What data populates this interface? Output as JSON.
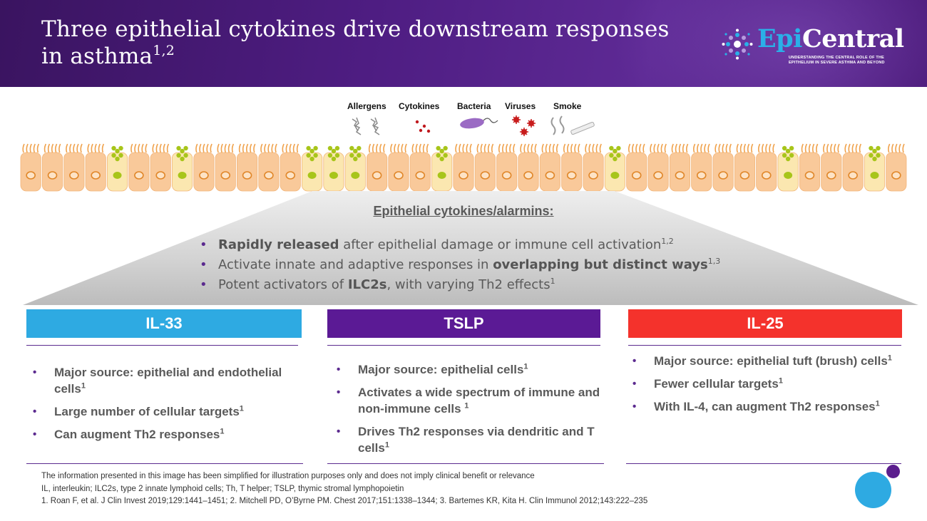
{
  "header": {
    "title_line1": "Three epithelial cytokines drive downstream responses",
    "title_line2": "in asthma",
    "title_sup": "1,2",
    "logo_epi": "Epi",
    "logo_central": "Central",
    "logo_tagline_1": "UNDERSTANDING THE CENTRAL ROLE OF THE",
    "logo_tagline_2": "EPITHELIUM IN SEVERE ASTHMA AND BEYOND"
  },
  "stimuli": {
    "allergens": "Allergens",
    "cytokines": "Cytokines",
    "bacteria": "Bacteria",
    "viruses": "Viruses",
    "smoke": "Smoke"
  },
  "alarmins": {
    "heading": "Epithelial cytokines/alarmins:",
    "bullets": [
      {
        "bold": "Rapidly released",
        "rest": " after epithelial damage or immune cell activation",
        "sup": "1,2"
      },
      {
        "pre": "Activate innate and adaptive responses in ",
        "bold": "overlapping but distinct ways",
        "sup": "1,3"
      },
      {
        "pre": "Potent activators of ",
        "bold": "ILC2s",
        "rest": ", with varying Th2 effects",
        "sup": "1"
      }
    ]
  },
  "columns": [
    {
      "title": "IL-33",
      "color": "#2eaae2",
      "items": [
        {
          "text": "Major source: epithelial and endothelial cells",
          "sup": "1"
        },
        {
          "text": "Large number of cellular targets",
          "sup": "1"
        },
        {
          "text": "Can augment Th2 responses",
          "sup": "1"
        }
      ]
    },
    {
      "title": "TSLP",
      "color": "#5b1a95",
      "items": [
        {
          "text": "Major source: epithelial cells",
          "sup": "1"
        },
        {
          "text": "Activates a wide spectrum of immune and non-immune cells ",
          "sup": "1"
        },
        {
          "text": "Drives Th2 responses via dendritic and T cells",
          "sup": "1"
        }
      ]
    },
    {
      "title": "IL-25",
      "color": "#f4322c",
      "items": [
        {
          "text": "Major source: epithelial tuft (brush) cells",
          "sup": "1"
        },
        {
          "text": "Fewer cellular targets",
          "sup": "1"
        },
        {
          "text": "With IL-4, can augment Th2 responses",
          "sup": "1"
        }
      ]
    }
  ],
  "footer": {
    "disclaimer": "The information presented in this image has been simplified for illustration purposes only and does not imply clinical benefit or relevance",
    "abbreviations": "IL, interleukin; ILC2s, type 2 innate lymphoid cells; Th, T helper; TSLP, thymic stromal lymphopoietin",
    "references": "1. Roan F, et al. J Clin Invest 2019;129:1441–1451; 2. Mitchell PD, O’Byrne PM. Chest 2017;151:1338–1344; 3. Bartemes KR, Kita H. Clin Immunol 2012;143:222–235"
  },
  "colors": {
    "header_purple": "#4e1d82",
    "accent_purple": "#5b2a8f",
    "il33_blue": "#2eaae2",
    "tslp_purple": "#5b1a95",
    "il25_red": "#f4322c",
    "cell_orange": "#f9c99a",
    "goblet_green": "#a8c51a"
  }
}
